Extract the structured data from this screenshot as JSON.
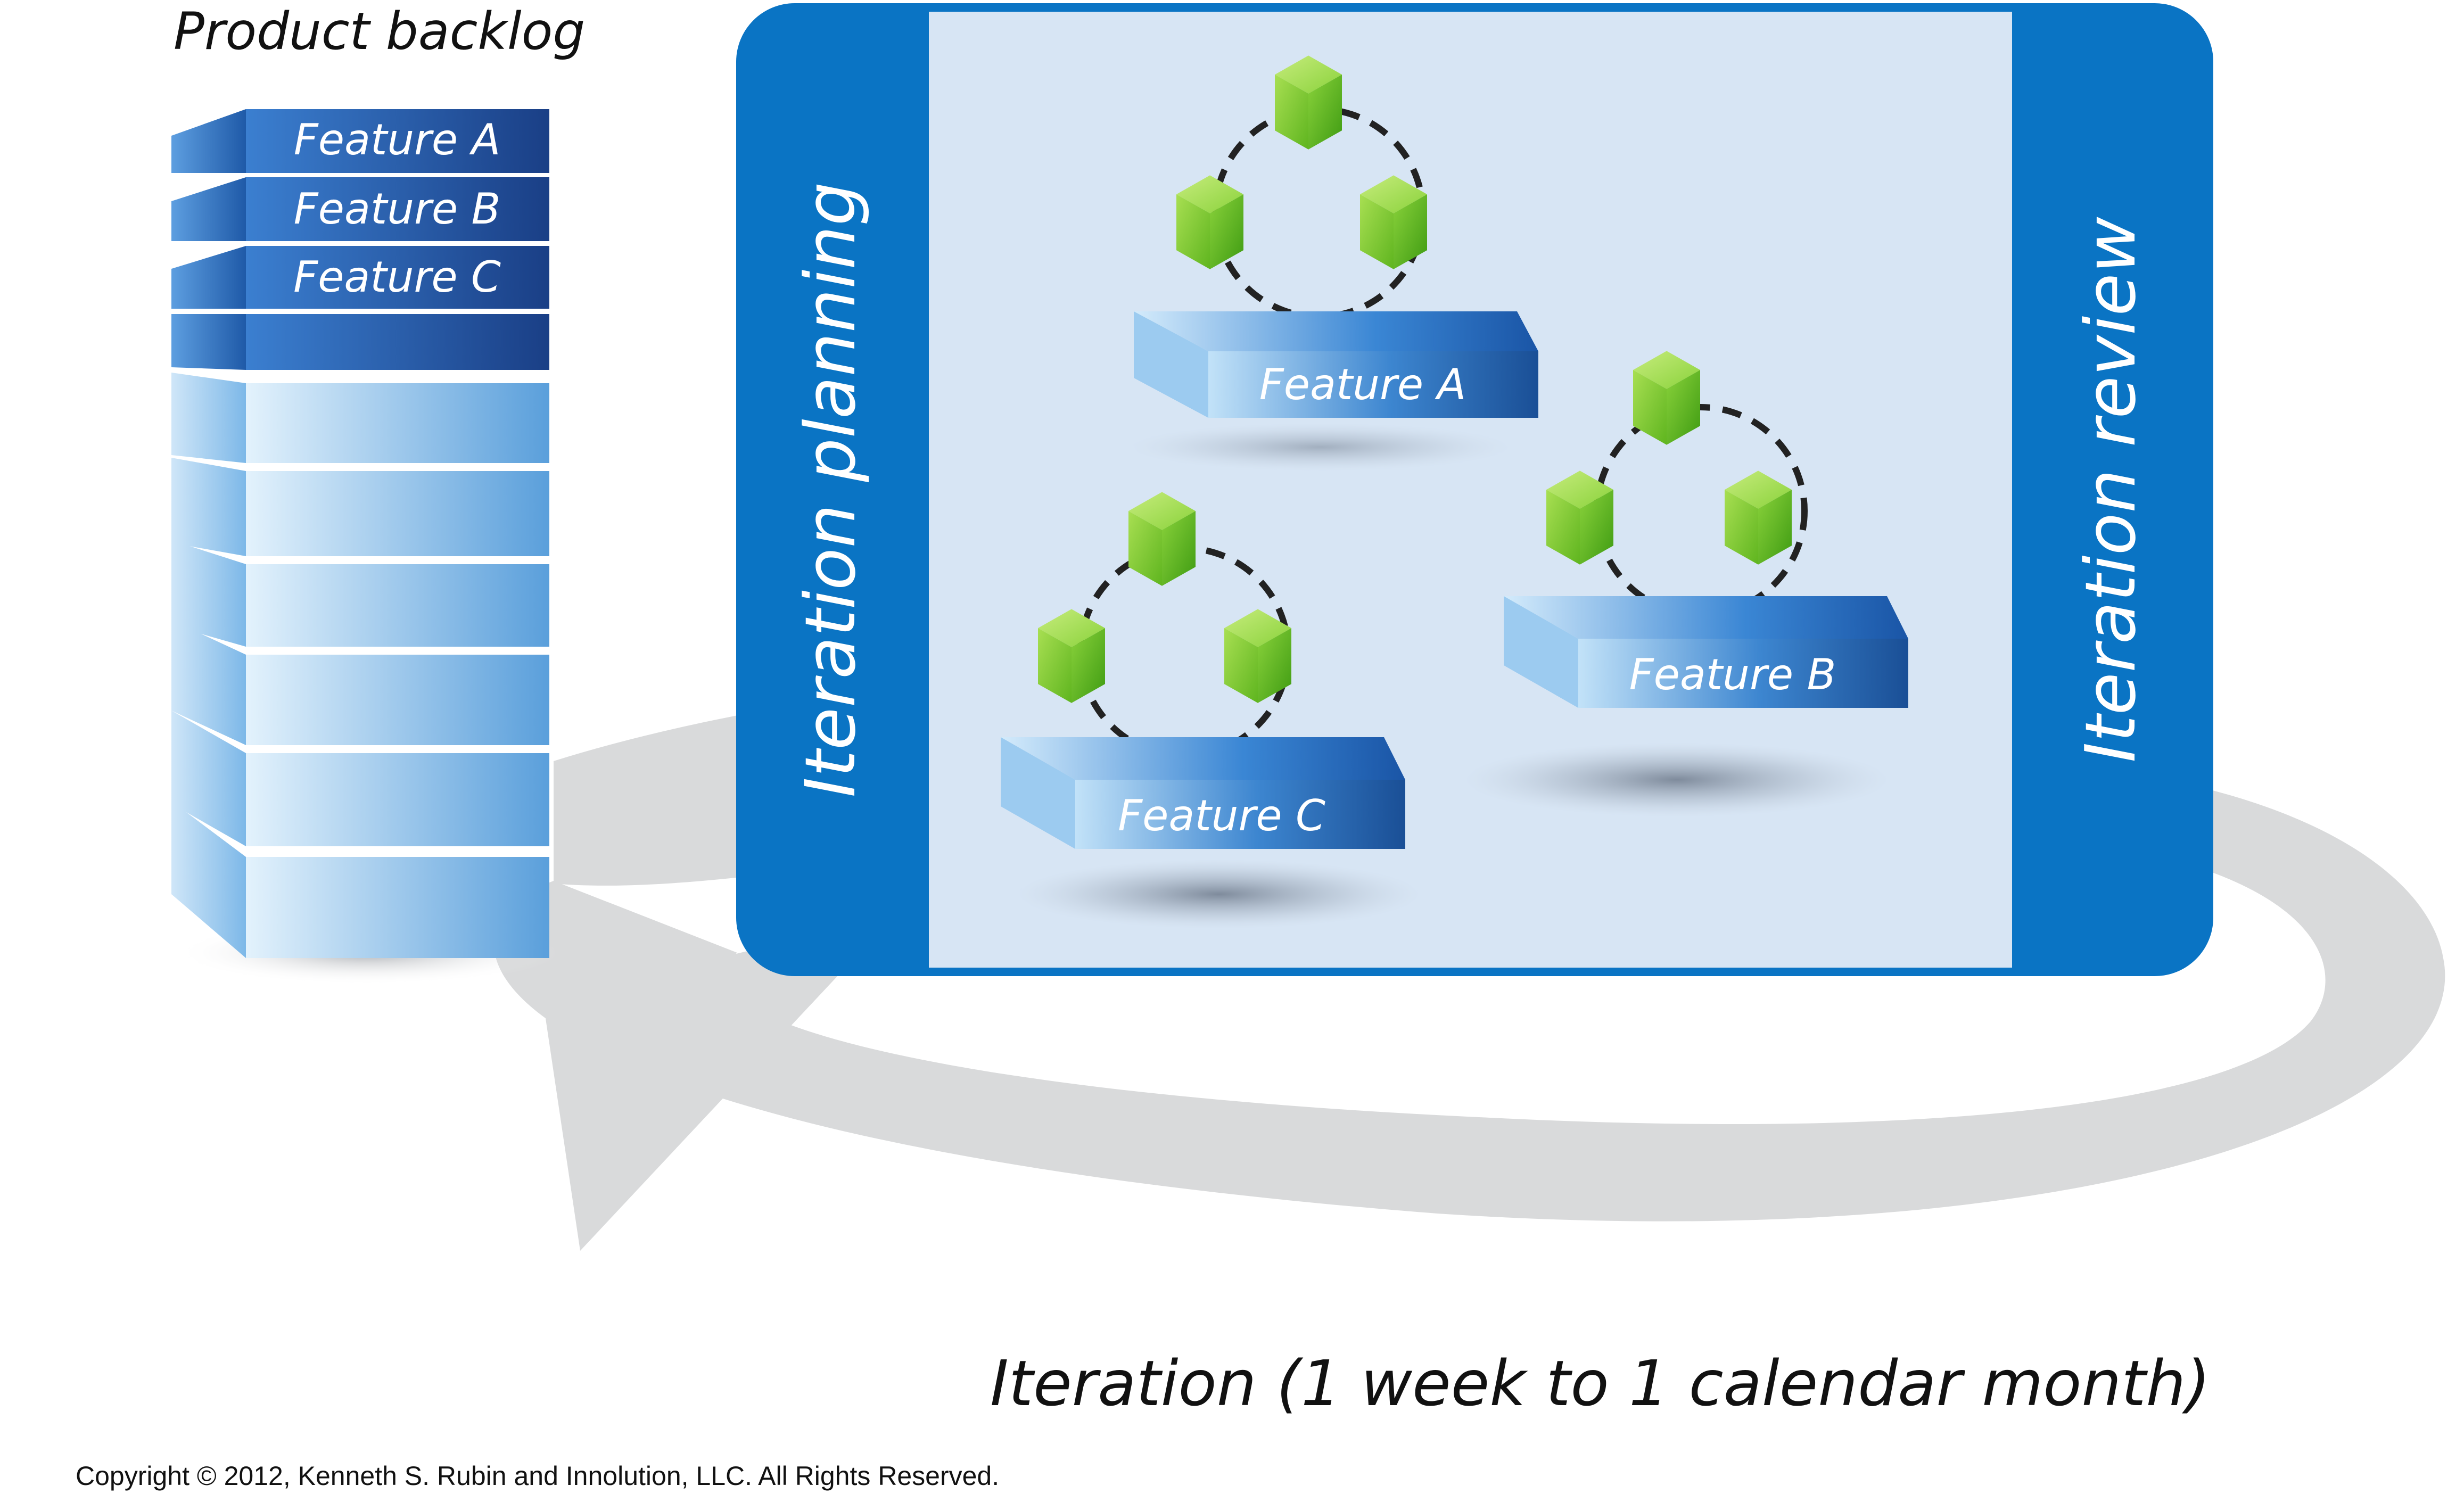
{
  "backlog": {
    "title": "Product backlog",
    "items": [
      "Feature A",
      "Feature B",
      "Feature C",
      "",
      "",
      "",
      "",
      "",
      "",
      ""
    ]
  },
  "iteration_box": {
    "left_bar_label": "Iteration planning",
    "right_bar_label": "Iteration review",
    "features": [
      {
        "label": "Feature A",
        "cubes": 3
      },
      {
        "label": "Feature B",
        "cubes": 3
      },
      {
        "label": "Feature C",
        "cubes": 3
      }
    ]
  },
  "cycle_caption": "Iteration (1 week to 1 calendar month)",
  "copyright": "Copyright © 2012, Kenneth S. Rubin and Innolution, LLC. All Rights Reserved.",
  "colors": {
    "blue_dark": "#1a4f96",
    "blue_frame": "#0a74c4",
    "blue_light": "#d3e6f7",
    "panel_bg": "#d7e5f4",
    "cube_green": "#7dc832",
    "arrow_gray": "#d9dadb"
  },
  "icons": [
    "cube-icon",
    "dashed-cycle-icon",
    "cycle-arrow-icon"
  ]
}
